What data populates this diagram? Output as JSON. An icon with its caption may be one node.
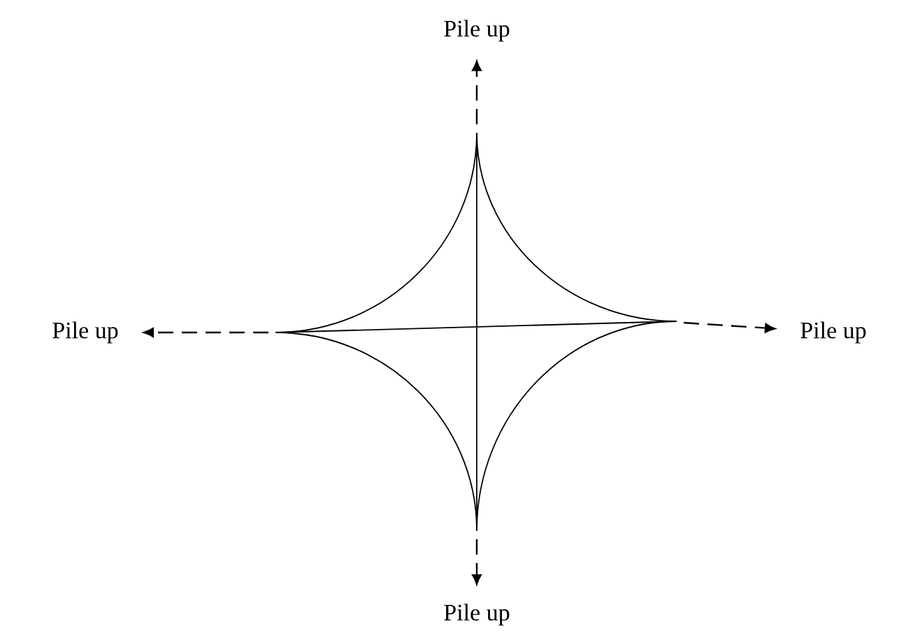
{
  "diagram": {
    "nodes": [
      {
        "text": [
          "Pile up"
        ]
      },
      {
        "text": [
          "Pile up"
        ]
      },
      {
        "text": [
          "Pile up"
        ]
      },
      {
        "text": [
          "Pile up"
        ]
      }
    ],
    "edges": [
      {
        "from": null,
        "to": 0,
        "arrow": "to",
        "style": "dashed"
      },
      {
        "from": null,
        "to": 1,
        "arrow": "to",
        "style": "dashed"
      },
      {
        "from": null,
        "to": 2,
        "arrow": "to",
        "style": "dashed"
      },
      {
        "from": null,
        "to": 3,
        "arrow": "to",
        "style": "dashed"
      }
    ]
  }
}
